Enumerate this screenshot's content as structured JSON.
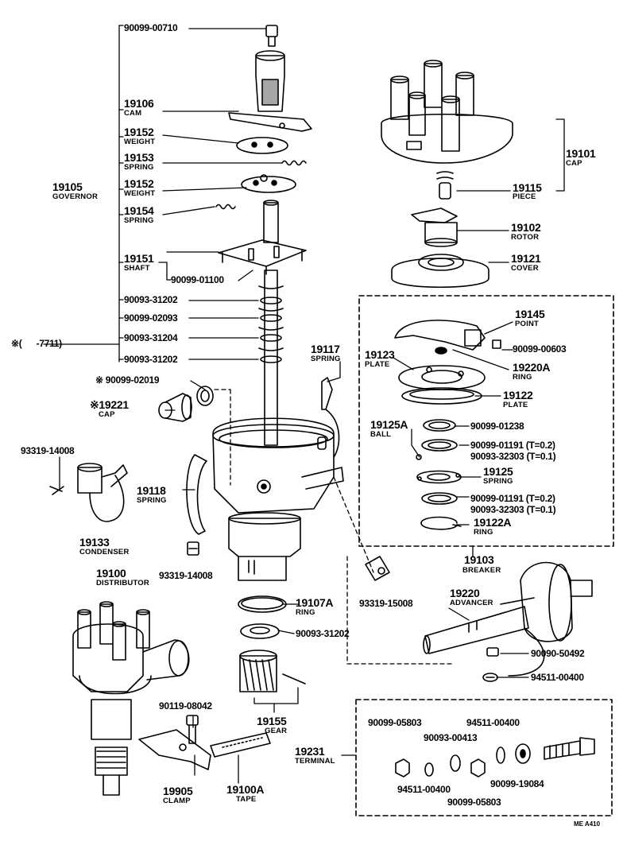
{
  "labels": {
    "p90099_00710": "90099-00710",
    "p19106": "19106",
    "n_cam": "CAM",
    "p19152a": "19152",
    "n_weight_a": "WEIGHT",
    "p19153": "19153",
    "n_spring_a": "SPRING",
    "p19105": "19105",
    "n_governor": "GOVERNOR",
    "p19152b": "19152",
    "n_weight_b": "WEIGHT",
    "p19154": "19154",
    "n_spring_b": "SPRING",
    "p19151": "19151",
    "n_shaft": "SHAFT",
    "p90099_01100": "90099-01100",
    "p90093_31202a": "90093-31202",
    "p90099_02093": "90099-02093",
    "p90093_31204": "90093-31204",
    "p90093_31202b": "90093-31202",
    "note_7711": "※(      -7711)",
    "p90099_02019": "※ 90099-02019",
    "p19221": "※19221",
    "n_cap_small": "CAP",
    "p93319_14008a": "93319-14008",
    "p19133": "19133",
    "n_condenser": "CONDENSER",
    "p19118": "19118",
    "n_spring_c": "SPRING",
    "p93319_14008b": "93319-14008",
    "p19117": "19117",
    "n_spring_d": "SPRING",
    "p19100": "19100",
    "n_distributor": "DISTRIBUTOR",
    "p90119_08042": "90119-08042",
    "p19905": "19905",
    "n_clamp": "CLAMP",
    "p19100a": "19100A",
    "n_tape": "TAPE",
    "p19155": "19155",
    "n_gear": "GEAR",
    "p19107a": "19107A",
    "n_ring_a": "RING",
    "p90093_31202c": "90093-31202",
    "p93319_15008": "93319-15008",
    "p19101": "19101",
    "n_cap": "CAP",
    "p19115": "19115",
    "n_piece": "PIECE",
    "p19102": "19102",
    "n_rotor": "ROTOR",
    "p19121": "19121",
    "n_cover": "COVER",
    "p19145": "19145",
    "n_point": "POINT",
    "p90099_00603": "90099-00603",
    "p19123": "19123",
    "n_plate_a": "PLATE",
    "p19220a": "19220A",
    "n_ring_b": "RING",
    "p19122": "19122",
    "n_plate_b": "PLATE",
    "p19125a": "19125A",
    "n_ball": "BALL",
    "p90099_01238": "90099-01238",
    "p90099_01191a": "90099-01191 (T=0.2)",
    "p90093_32303a": "90093-32303 (T=0.1)",
    "p19125": "19125",
    "n_spring_e": "SPRING",
    "p90099_01191b": "90099-01191 (T=0.2)",
    "p90093_32303b": "90093-32303 (T=0.1)",
    "p19122a": "19122A",
    "n_ring_c": "RING",
    "p19103": "19103",
    "n_breaker": "BREAKER",
    "p19220": "19220",
    "n_advancer": "ADVANCER",
    "p90090_50492": "90090-50492",
    "p94511_00400a": "94511-00400",
    "p19231": "19231",
    "n_terminal": "TERMINAL",
    "p90099_05803a": "90099-05803",
    "p94511_00400b": "94511-00400",
    "p90093_00413": "90093-00413",
    "p94511_00400c": "94511-00400",
    "p90099_19084": "90099-19084",
    "p90099_05803b": "90099-05803",
    "code": "ME A410"
  }
}
